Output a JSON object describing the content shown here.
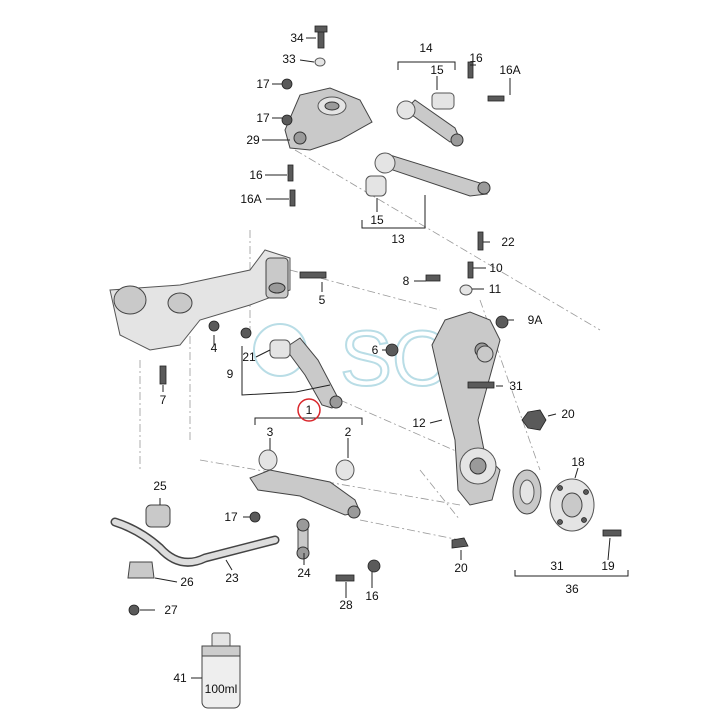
{
  "callouts": [
    {
      "id": "c34",
      "text": "34"
    },
    {
      "id": "c33",
      "text": "33"
    },
    {
      "id": "c17a",
      "text": "17"
    },
    {
      "id": "c17b",
      "text": "17"
    },
    {
      "id": "c29",
      "text": "29"
    },
    {
      "id": "c16a",
      "text": "16"
    },
    {
      "id": "c16Aa",
      "text": "16A"
    },
    {
      "id": "c14",
      "text": "14"
    },
    {
      "id": "c15a",
      "text": "15"
    },
    {
      "id": "c16b",
      "text": "16"
    },
    {
      "id": "c16Ab",
      "text": "16A"
    },
    {
      "id": "c15b",
      "text": "15"
    },
    {
      "id": "c13",
      "text": "13"
    },
    {
      "id": "c22",
      "text": "22"
    },
    {
      "id": "c10",
      "text": "10"
    },
    {
      "id": "c8",
      "text": "8"
    },
    {
      "id": "c11",
      "text": "11"
    },
    {
      "id": "c5",
      "text": "5"
    },
    {
      "id": "c9A",
      "text": "9A"
    },
    {
      "id": "c6",
      "text": "6"
    },
    {
      "id": "c4",
      "text": "4"
    },
    {
      "id": "c21",
      "text": "21"
    },
    {
      "id": "c9",
      "text": "9"
    },
    {
      "id": "c31a",
      "text": "31"
    },
    {
      "id": "c7",
      "text": "7"
    },
    {
      "id": "c1",
      "text": "1"
    },
    {
      "id": "c12",
      "text": "12"
    },
    {
      "id": "c20a",
      "text": "20"
    },
    {
      "id": "c3",
      "text": "3"
    },
    {
      "id": "c2",
      "text": "2"
    },
    {
      "id": "c18",
      "text": "18"
    },
    {
      "id": "c25",
      "text": "25"
    },
    {
      "id": "c17c",
      "text": "17"
    },
    {
      "id": "c24",
      "text": "24"
    },
    {
      "id": "c20b",
      "text": "20"
    },
    {
      "id": "c26",
      "text": "26"
    },
    {
      "id": "c23",
      "text": "23"
    },
    {
      "id": "c28",
      "text": "28"
    },
    {
      "id": "c16c",
      "text": "16"
    },
    {
      "id": "c31b",
      "text": "31"
    },
    {
      "id": "c19",
      "text": "19"
    },
    {
      "id": "c36",
      "text": "36"
    },
    {
      "id": "c27",
      "text": "27"
    },
    {
      "id": "c41",
      "text": "41"
    }
  ],
  "bottle_label": "100ml",
  "watermark": "SOI",
  "colors": {
    "watermark": "#b9dde6",
    "highlight": "#d9262b",
    "ink": "#111111"
  }
}
